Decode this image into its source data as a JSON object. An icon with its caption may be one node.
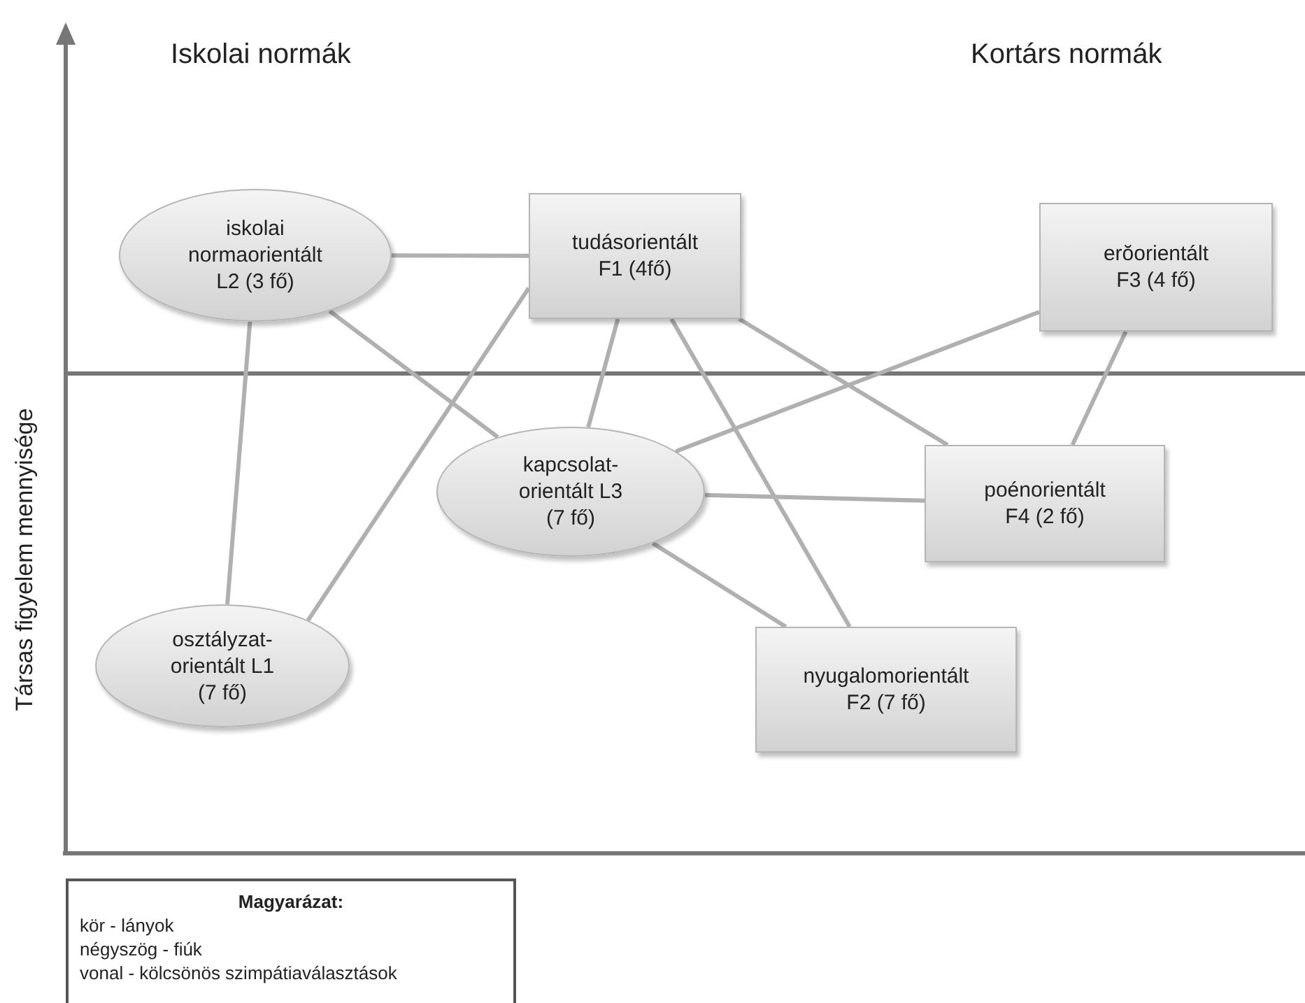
{
  "diagram": {
    "nodes": [
      {
        "text": [
          "iskolai normaorientált L2 (3 fő)"
        ]
      },
      {
        "text": [
          "tudásorientált F1 (4fő)"
        ]
      },
      {
        "text": [
          "erŏorientált F3 (4 fő)"
        ]
      },
      {
        "text": [
          "kapcsolat- orientált L3 (7 fő)"
        ]
      },
      {
        "text": [
          "poénorientált F4 (2 fő)"
        ]
      },
      {
        "text": [
          "osztályzat- orientált L1 (7 fő)"
        ]
      },
      {
        "text": [
          "nyugalomorientált F2 (7 fő)"
        ]
      }
    ],
    "edges": [
      {
        "from": 0,
        "to": 1,
        "arrow": "none"
      },
      {
        "from": 0,
        "to": 3,
        "arrow": "none"
      },
      {
        "from": 0,
        "to": 5,
        "arrow": "none"
      },
      {
        "from": 1,
        "to": 5,
        "arrow": "none"
      },
      {
        "from": 1,
        "to": 3,
        "arrow": "none"
      },
      {
        "from": 1,
        "to": 6,
        "arrow": "none"
      },
      {
        "from": 1,
        "to": 4,
        "arrow": "none"
      },
      {
        "from": 2,
        "to": 3,
        "arrow": "none"
      },
      {
        "from": 2,
        "to": 4,
        "arrow": "none"
      },
      {
        "from": 3,
        "to": 4,
        "arrow": "none"
      },
      {
        "from": 3,
        "to": 6,
        "arrow": "none"
      }
    ],
    "labels": [
      "Iskolai normák",
      "Kortárs normák",
      "Társas figyelem mennyisége",
      "Magyarázat:",
      "kör - lányok",
      "négyszög - fiúk",
      "vonal - kölcsönös szimpátiaválasztások"
    ]
  }
}
